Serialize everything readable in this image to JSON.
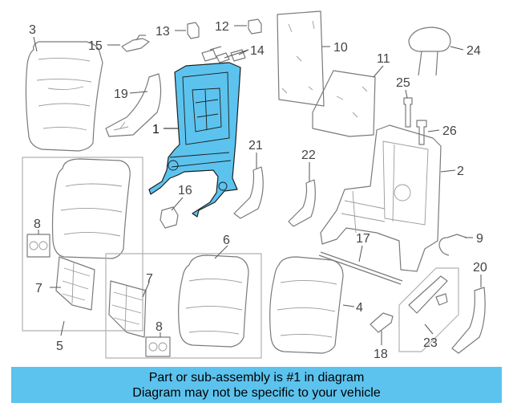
{
  "highlight_color": "#5cc3ee",
  "labels": [
    "1",
    "2",
    "3",
    "4",
    "5",
    "6",
    "7",
    "7",
    "8",
    "8",
    "9",
    "10",
    "11",
    "12",
    "13",
    "14",
    "15",
    "16",
    "17",
    "18",
    "19",
    "20",
    "21",
    "22",
    "23",
    "24",
    "25",
    "26"
  ],
  "banner": {
    "line1": "Part or sub-assembly is #1 in diagram",
    "line2": "Diagram may not be specific to your vehicle"
  }
}
